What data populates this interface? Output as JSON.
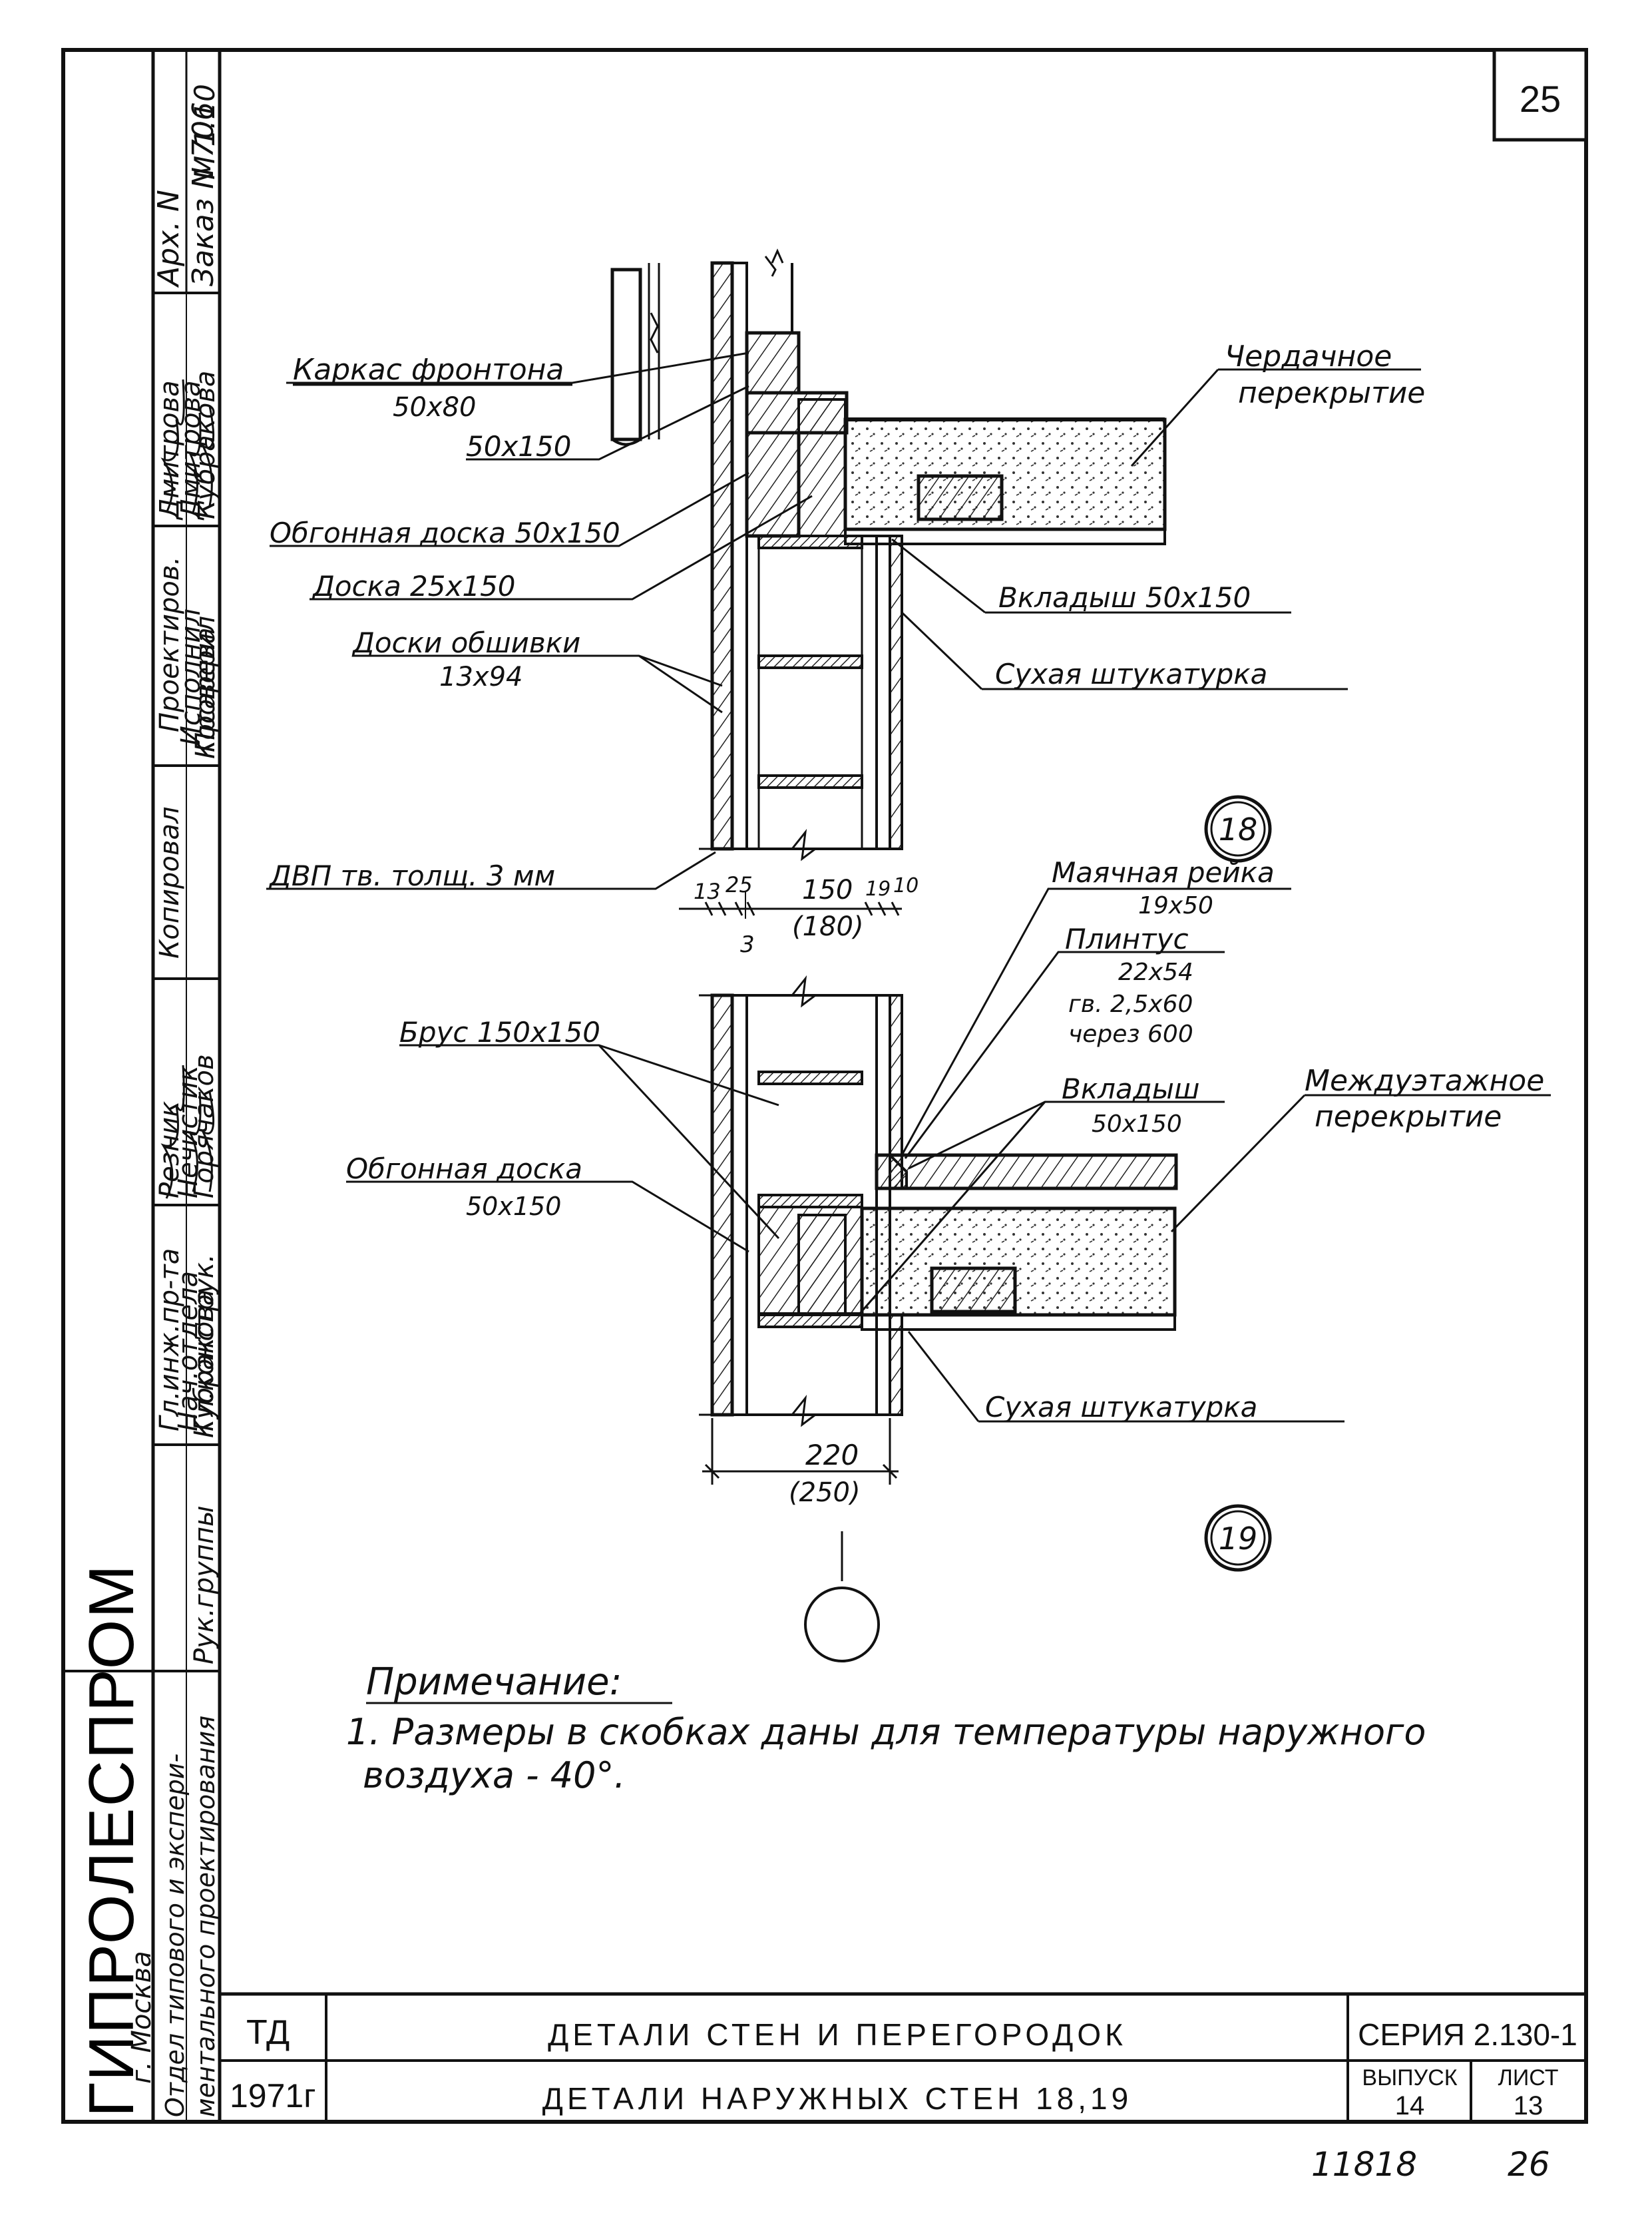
{
  "sheet": {
    "page_number": "25",
    "archive_no": "Арх. N",
    "order_no": "Заказ N 706",
    "scale": "М 1:10",
    "org_name": "ГИПРОЛЕСПРОМ",
    "org_city": "г. Москва",
    "org_dept_1": "Отдел типового и экспери-",
    "org_dept_2": "ментального проектирования",
    "footer_left": "11818",
    "footer_right": "26"
  },
  "signatures": {
    "roles": [
      "Гл.инж.пр-та",
      "Нач.отдела",
      "Гл.конструк.",
      "Рук.группы",
      "Проектиров.",
      "Исполнил",
      "Проверил",
      "Копировал"
    ],
    "names": [
      "Резник",
      "Нечистик",
      "Горячаков",
      "Кубракова",
      "Дмитрова",
      "Дмитрова",
      "Кубракова",
      "Косарева"
    ]
  },
  "title_block": {
    "code": "ТД",
    "year": "1971г",
    "title_main": "ДЕТАЛИ СТЕН И ПЕРЕГОРОДОК",
    "title_sub": "ДЕТАЛИ НАРУЖНЫХ СТЕН 18,19",
    "series_label": "СЕРИЯ 2.130-1",
    "issue_label": "ВЫПУСК",
    "issue_value": "14",
    "sheet_label": "ЛИСТ",
    "sheet_value": "13"
  },
  "detail18": {
    "callout": "18",
    "labels": {
      "frame": "Каркас фронтона",
      "frame_size": "50х80",
      "board_50x150": "50х150",
      "obgon": "Обгонная доска 50х150",
      "doska": "Доска 25х150",
      "obshivka": "Доски обшивки",
      "obshivka_size": "13х94",
      "dvp": "ДВП тв. толщ. 3 мм",
      "attic": "Чердачное",
      "attic2": "перекрытие",
      "insert": "Вкладыш 50х150",
      "plaster": "Сухая штукатурка"
    },
    "dims": {
      "d13": "13",
      "d25": "25",
      "d150": "150",
      "d180": "(180)",
      "d19": "19",
      "d10": "10",
      "d3": "3"
    }
  },
  "detail19": {
    "callout": "19",
    "labels": {
      "mayak": "Маячная рейка",
      "mayak_size": "19х50",
      "plintus": "Плинтус",
      "plintus_size": "22х54",
      "nail": "гв. 2,5х60",
      "step": "через 600",
      "brus": "Брус 150х150",
      "insert": "Вкладыш",
      "insert_size": "50х150",
      "interfloor": "Междуэтажное",
      "interfloor2": "перекрытие",
      "obgon": "Обгонная доска",
      "obgon_size": "50х150",
      "plaster": "Сухая штукатурка"
    },
    "dims": {
      "d220": "220",
      "d250": "(250)"
    }
  },
  "note": {
    "heading": "Примечание:",
    "line1": "1. Размеры в скобках даны для температуры наружного",
    "line2": "воздуха - 40°."
  }
}
